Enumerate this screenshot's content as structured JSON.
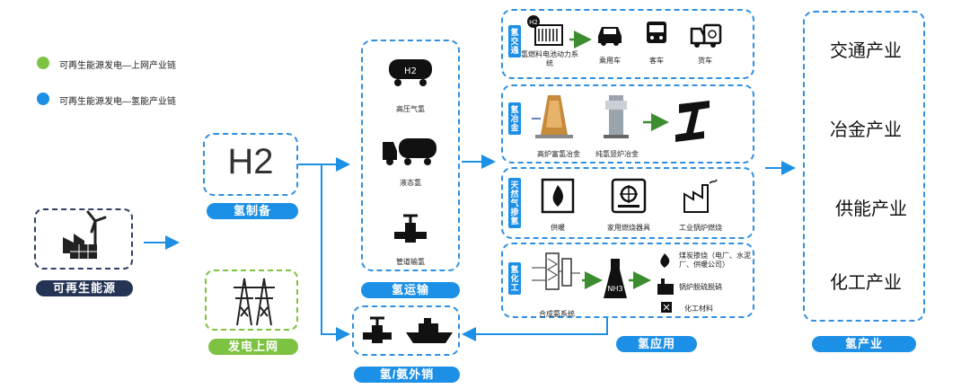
{
  "legend": {
    "items": [
      {
        "label": "可再生能源发电—上网产业链",
        "color": "#7ec242"
      },
      {
        "label": "可再生能源发电—氢能产业链",
        "color": "#1c8fe6"
      }
    ]
  },
  "source": {
    "label": "可再生能源"
  },
  "h2_production": {
    "symbol": "H2",
    "label": "氢制备"
  },
  "grid": {
    "label": "发电上网"
  },
  "transport": {
    "label": "氢运输",
    "items": [
      {
        "label": "高压气氢"
      },
      {
        "label": "液态氢"
      },
      {
        "label": "管道输氢"
      }
    ]
  },
  "export": {
    "label": "氢/氨外销"
  },
  "application": {
    "label": "氢应用",
    "traffic": {
      "tag": "氢交通",
      "system_label": "氢燃料电池动力系统",
      "vehicles": [
        {
          "label": "乘用车"
        },
        {
          "label": "客车"
        },
        {
          "label": "货车"
        }
      ]
    },
    "metallurgy": {
      "tag": "氢冶金",
      "items": [
        {
          "label": "高炉富氢冶金"
        },
        {
          "label": "纯氢竖炉冶金"
        }
      ]
    },
    "gas": {
      "tag": "天然气掺氢",
      "items": [
        {
          "label": "供暖"
        },
        {
          "label": "家用燃烧器具"
        },
        {
          "label": "工业锅炉燃烧"
        }
      ]
    },
    "chemical": {
      "tag": "氢化工",
      "system_label": "合成氨系统",
      "outputs": [
        {
          "label": "煤炭掺烧（电厂、水泥厂、供暖公司）"
        },
        {
          "label": "锅炉脱硫脱硝"
        },
        {
          "label": "化工材料"
        }
      ]
    }
  },
  "industry": {
    "label": "氢产业",
    "items": [
      {
        "label": "交通产业"
      },
      {
        "label": "冶金产业"
      },
      {
        "label": "供能产业"
      },
      {
        "label": "化工产业"
      }
    ]
  },
  "colors": {
    "blue": "#1c8fe6",
    "green": "#7ec242",
    "navy": "#253454",
    "arrow_green": "#3c8d2f"
  }
}
